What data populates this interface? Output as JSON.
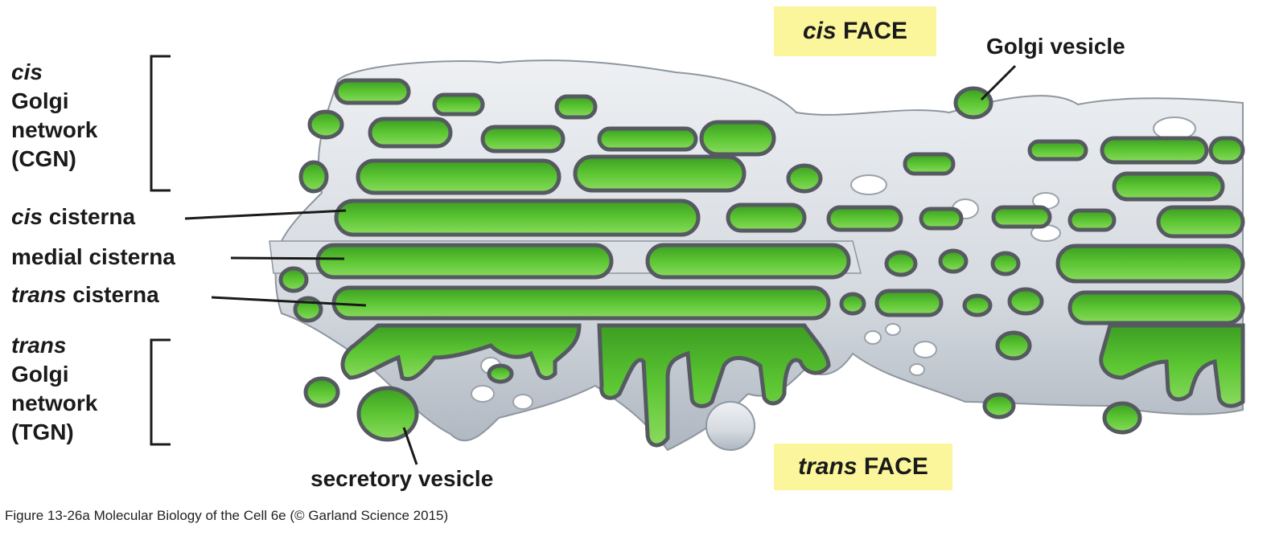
{
  "labels": {
    "cgn": {
      "line1": "cis",
      "line2": "Golgi",
      "line3": "network",
      "line4": "(CGN)"
    },
    "cis_cisterna": {
      "italic": "cis",
      "rest": " cisterna"
    },
    "medial_cisterna": "medial cisterna",
    "trans_cisterna": {
      "italic": "trans",
      "rest": " cisterna"
    },
    "tgn": {
      "line1": "trans",
      "line2": "Golgi",
      "line3": "network",
      "line4": "(TGN)"
    },
    "secretory_vesicle": "secretory vesicle",
    "golgi_vesicle": "Golgi vesicle",
    "cis_face": {
      "italic": "cis",
      "rest": " FACE"
    },
    "trans_face": {
      "italic": "trans",
      "rest": " FACE"
    }
  },
  "caption": "Figure 13-26a  Molecular Biology of the Cell 6e (© Garland Science 2015)",
  "colors": {
    "membrane": "#d9dde3",
    "membrane_shadow": "#b4bcc6",
    "outline": "#555a60",
    "lumen": "#4fbe2c",
    "lumen_light": "#7fd650",
    "face_box": "#fbf59b",
    "text": "#1a1a1a"
  }
}
